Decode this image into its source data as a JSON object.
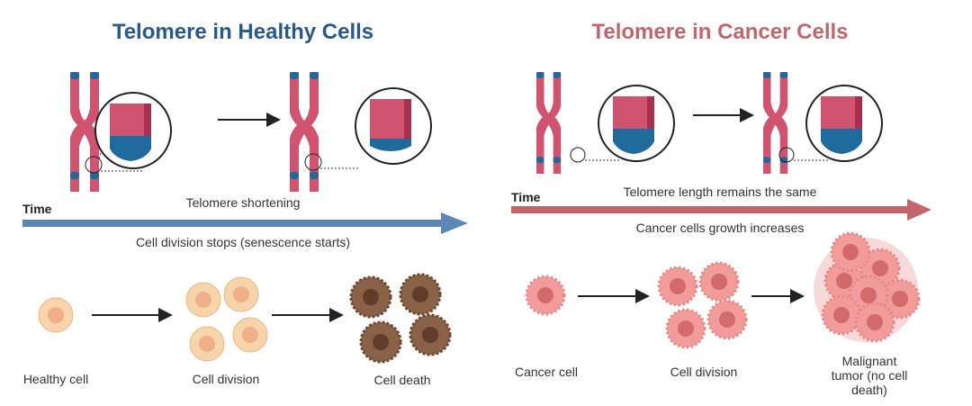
{
  "left": {
    "title": "Telomere in Healthy Cells",
    "time_label": "Time",
    "above_arrow": "Telomere shortening",
    "below_arrow": "Cell division stops (senescence starts)",
    "stages": [
      "Healthy cell",
      "Cell division",
      "Cell death"
    ]
  },
  "right": {
    "title": "Telomere in Cancer Cells",
    "time_label": "Time",
    "above_arrow": "Telomere length remains the same",
    "below_arrow": "Cancer cells growth increases",
    "stages": [
      "Cancer cell",
      "Cell division"
    ],
    "tumor_label": [
      "Malignant",
      "tumor (no cell",
      "death)"
    ]
  },
  "colors": {
    "healthy_title": "#27598a",
    "cancer_title": "#c2666c",
    "healthy_arrow": "#5b87b2",
    "cancer_arrow": "#c2666b",
    "chromosome": "#d0536f",
    "telomere": "#1f6a9c"
  }
}
